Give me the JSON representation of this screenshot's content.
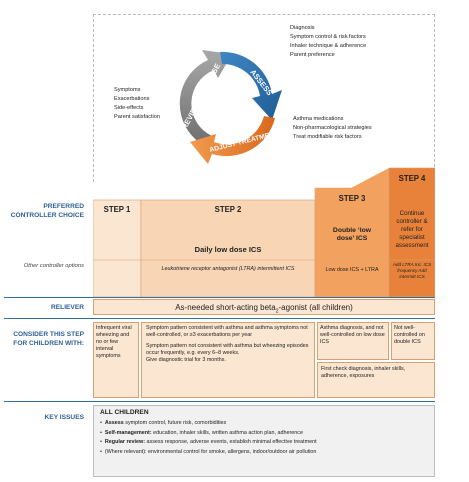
{
  "cycle": {
    "review_label": "REVIEW RESPONSE",
    "assess_label": "ASSESS",
    "adjust_label": "ADJUST TREATMENT",
    "assess_items": [
      "Diagnosis",
      "Symptom control & risk factors",
      "Inhaler technique & adherence",
      "Parent preference"
    ],
    "review_items": [
      "Symptoms",
      "Exacerbations",
      "Side-effects",
      "Parent satisfaction"
    ],
    "adjust_items": [
      "Asthma medications",
      "Non-pharmacological strategies",
      "Treat modifiable risk factors"
    ]
  },
  "side_labels": {
    "preferred": "PREFERRED CONTROLLER CHOICE",
    "other": "Other controller options",
    "reliever": "RELIEVER",
    "consider": "CONSIDER THIS STEP FOR CHILDREN WITH:",
    "key": "KEY ISSUES"
  },
  "steps": {
    "s1": {
      "title": "STEP 1"
    },
    "s2": {
      "title": "STEP 2",
      "preferred": "Daily low dose ICS",
      "other": "Leukotriene receptor antagonist (LTRA) intermittent ICS"
    },
    "s3": {
      "title": "STEP 3",
      "preferred": "Double ‘low dose’ ICS",
      "other": "Low dose ICS + LTRA"
    },
    "s4": {
      "title": "STEP 4",
      "preferred": "Continue controller & refer for specialist assessment",
      "other": "Add LTRA Inc. ICS frequency Add intermitt ICS"
    }
  },
  "reliever": {
    "text": "As-needed short-acting beta",
    "sub": "2",
    "suffix": "-agonist (all children)"
  },
  "consider": {
    "c1": "Infrequent viral wheezing and no or few interval symptoms",
    "c2a": "Symptom pattern consistent with asthma and asthma symptoms not well-controlled, or ≥3 exacerbations per year",
    "c2b": "Symptom pattern not consistent with asthma but wheezing episodes occur frequently, e.g. every 6–8 weeks.",
    "c2c": "Give diagnostic trial for 3 months.",
    "c3": "Asthma diagnosis, and not well-controlled on low dose ICS",
    "c4": "Not well-controlled on double ICS",
    "c34": "First check diagnosis, inhaler skills, adherence, exposures"
  },
  "key_issues": {
    "heading": "ALL CHILDREN",
    "items": [
      {
        "bold": "Assess",
        "rest": " symptom control, future risk, comorbidities"
      },
      {
        "bold": "Self-management:",
        "rest": " education, inhaler skills, written asthma action plan, adherence"
      },
      {
        "bold": "Regular review:",
        "rest": " assess response, adverse events, establish minimal effective treatment"
      },
      {
        "bold": "",
        "rest": "(Where relevant): environmental control for smoke, allergens, indoor/outdoor air pollution"
      }
    ]
  },
  "colors": {
    "blue": "#2f6fa8",
    "orange": "#e8823a",
    "light_orange": "#f8d6b5",
    "pale_orange": "#fbe6d2",
    "grey": "#8a8a8a"
  }
}
